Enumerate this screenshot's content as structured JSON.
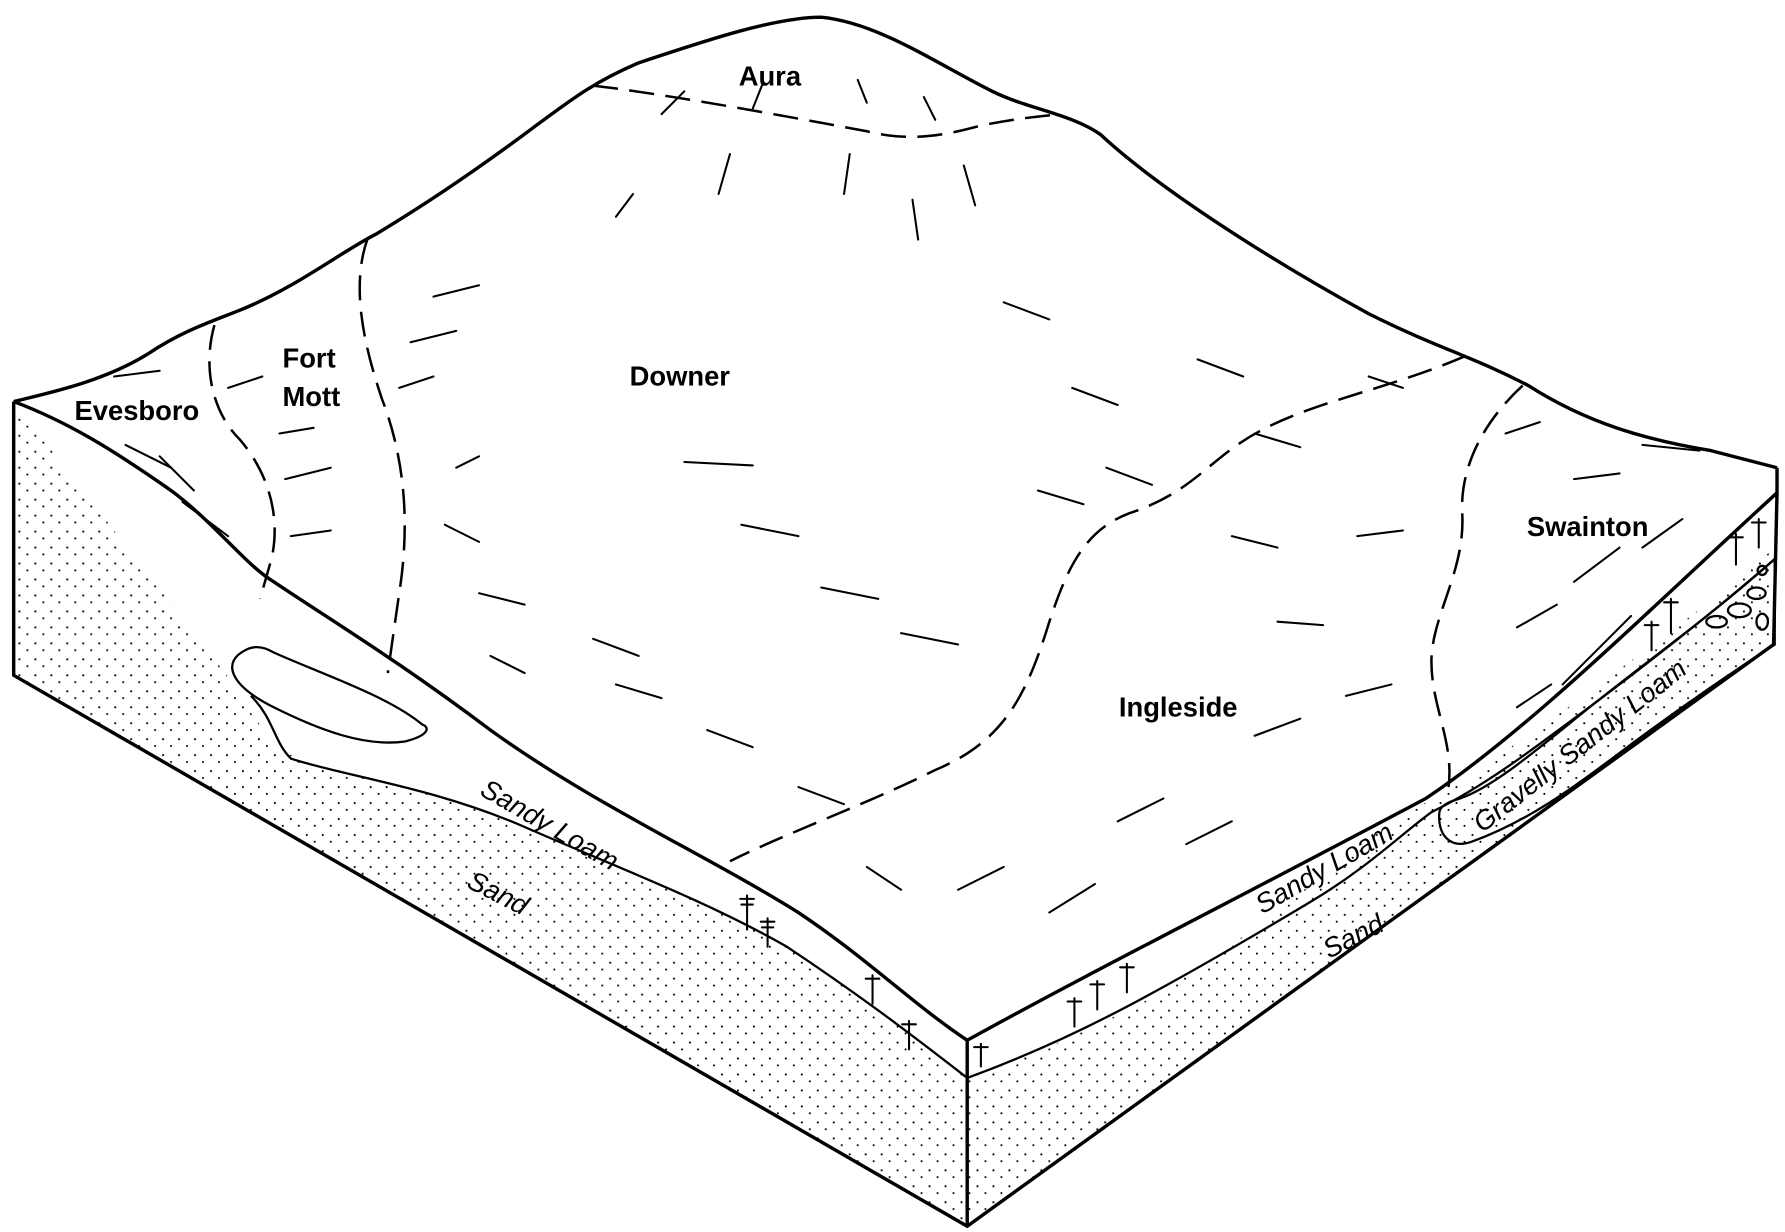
{
  "diagram": {
    "soil_series": {
      "aura": "Aura",
      "fort_mott_line1": "Fort",
      "fort_mott_line2": "Mott",
      "evesboro": "Evesboro",
      "downer": "Downer",
      "ingleside": "Ingleside",
      "swainton": "Swainton"
    },
    "layers": {
      "left_upper": "Sandy Loam",
      "left_lower": "Sand",
      "right_upper": "Sandy Loam",
      "right_gravel": "Gravelly Sandy Loam",
      "right_lower": "Sand"
    }
  }
}
